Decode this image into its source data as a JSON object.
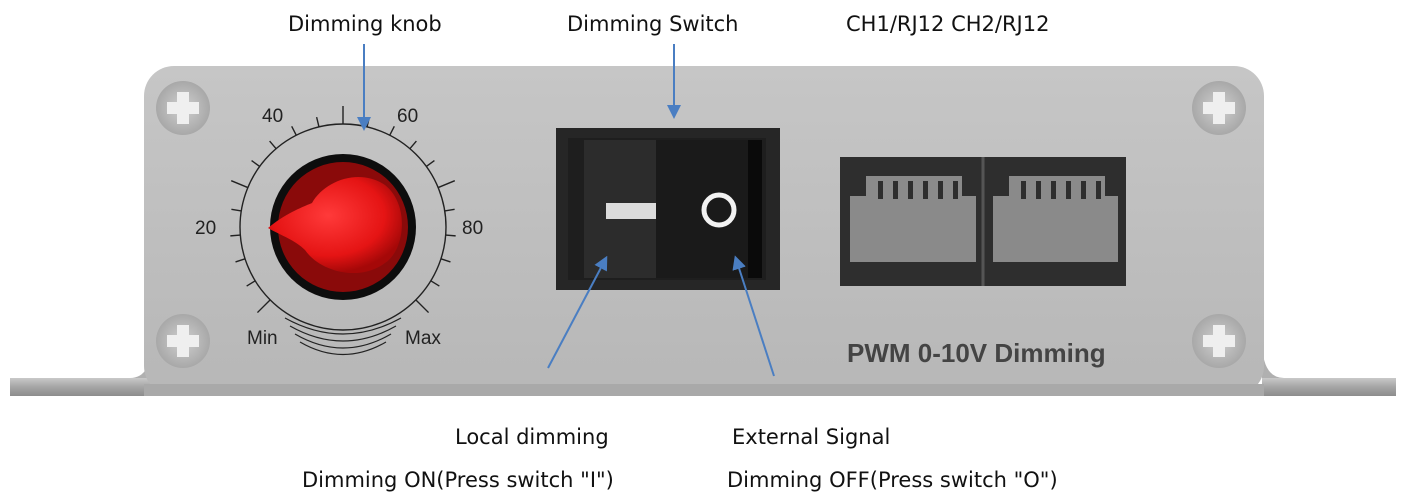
{
  "callouts": {
    "dimming_knob": "Dimming knob",
    "dimming_switch": "Dimming Switch",
    "rj12_ports": "CH1/RJ12 CH2/RJ12",
    "local_dimming": "Local dimming",
    "local_dimming_desc": "Dimming ON(Press switch \"I\")",
    "external_signal": "External Signal",
    "external_signal_desc": "Dimming OFF(Press switch \"O\")"
  },
  "dial": {
    "scale_labels": [
      "20",
      "40",
      "60",
      "80"
    ],
    "min_label": "Min",
    "max_label": "Max"
  },
  "switch": {
    "on_symbol": "I",
    "off_symbol": "O"
  },
  "panel": {
    "label": "PWM 0-10V Dimming"
  },
  "colors": {
    "panel": "#bdbdbd",
    "knob": "#e51414",
    "arrow": "#4a7ec2",
    "switch_body": "#262626",
    "port": "#2e2e2e"
  },
  "icons": [
    "screw-icon",
    "knob-icon",
    "rocker-switch-icon",
    "rj12-port-icon"
  ]
}
